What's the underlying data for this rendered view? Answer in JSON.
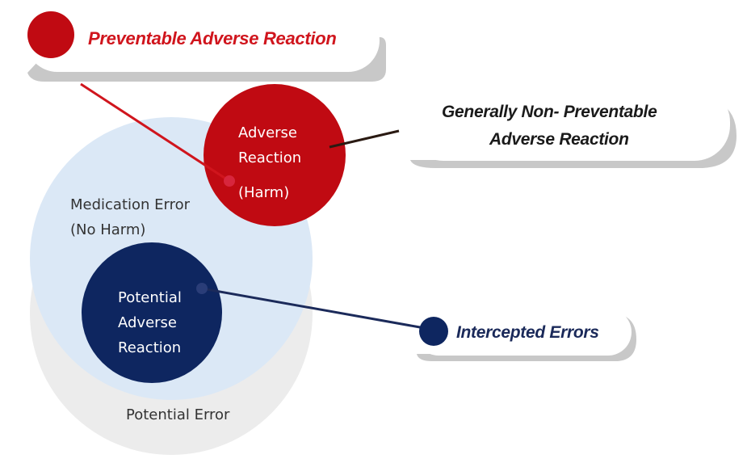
{
  "diagram": {
    "outer_circle": {
      "label": "Potential Error",
      "color": "#ececec"
    },
    "medication_circle": {
      "label_line1": "Medication Error",
      "label_line2": "(No Harm)",
      "color": "#dbe8f6"
    },
    "adverse_circle": {
      "label_line1": "Adverse",
      "label_line2": "Reaction",
      "label_line3": "(Harm)",
      "color": "#c00a12"
    },
    "potential_circle": {
      "label_line1": "Potential",
      "label_line2": "Adverse",
      "label_line3": "Reaction",
      "color": "#0e2660"
    },
    "callouts": {
      "preventable": {
        "label": "Preventable Adverse Reaction",
        "color": "#d0151d"
      },
      "non_preventable": {
        "label_line1": "Generally Non- Preventable",
        "label_line2": "Adverse Reaction",
        "color": "#1a1a1a"
      },
      "intercepted": {
        "label": "Intercepted Errors",
        "color": "#1b2a5a"
      }
    }
  }
}
